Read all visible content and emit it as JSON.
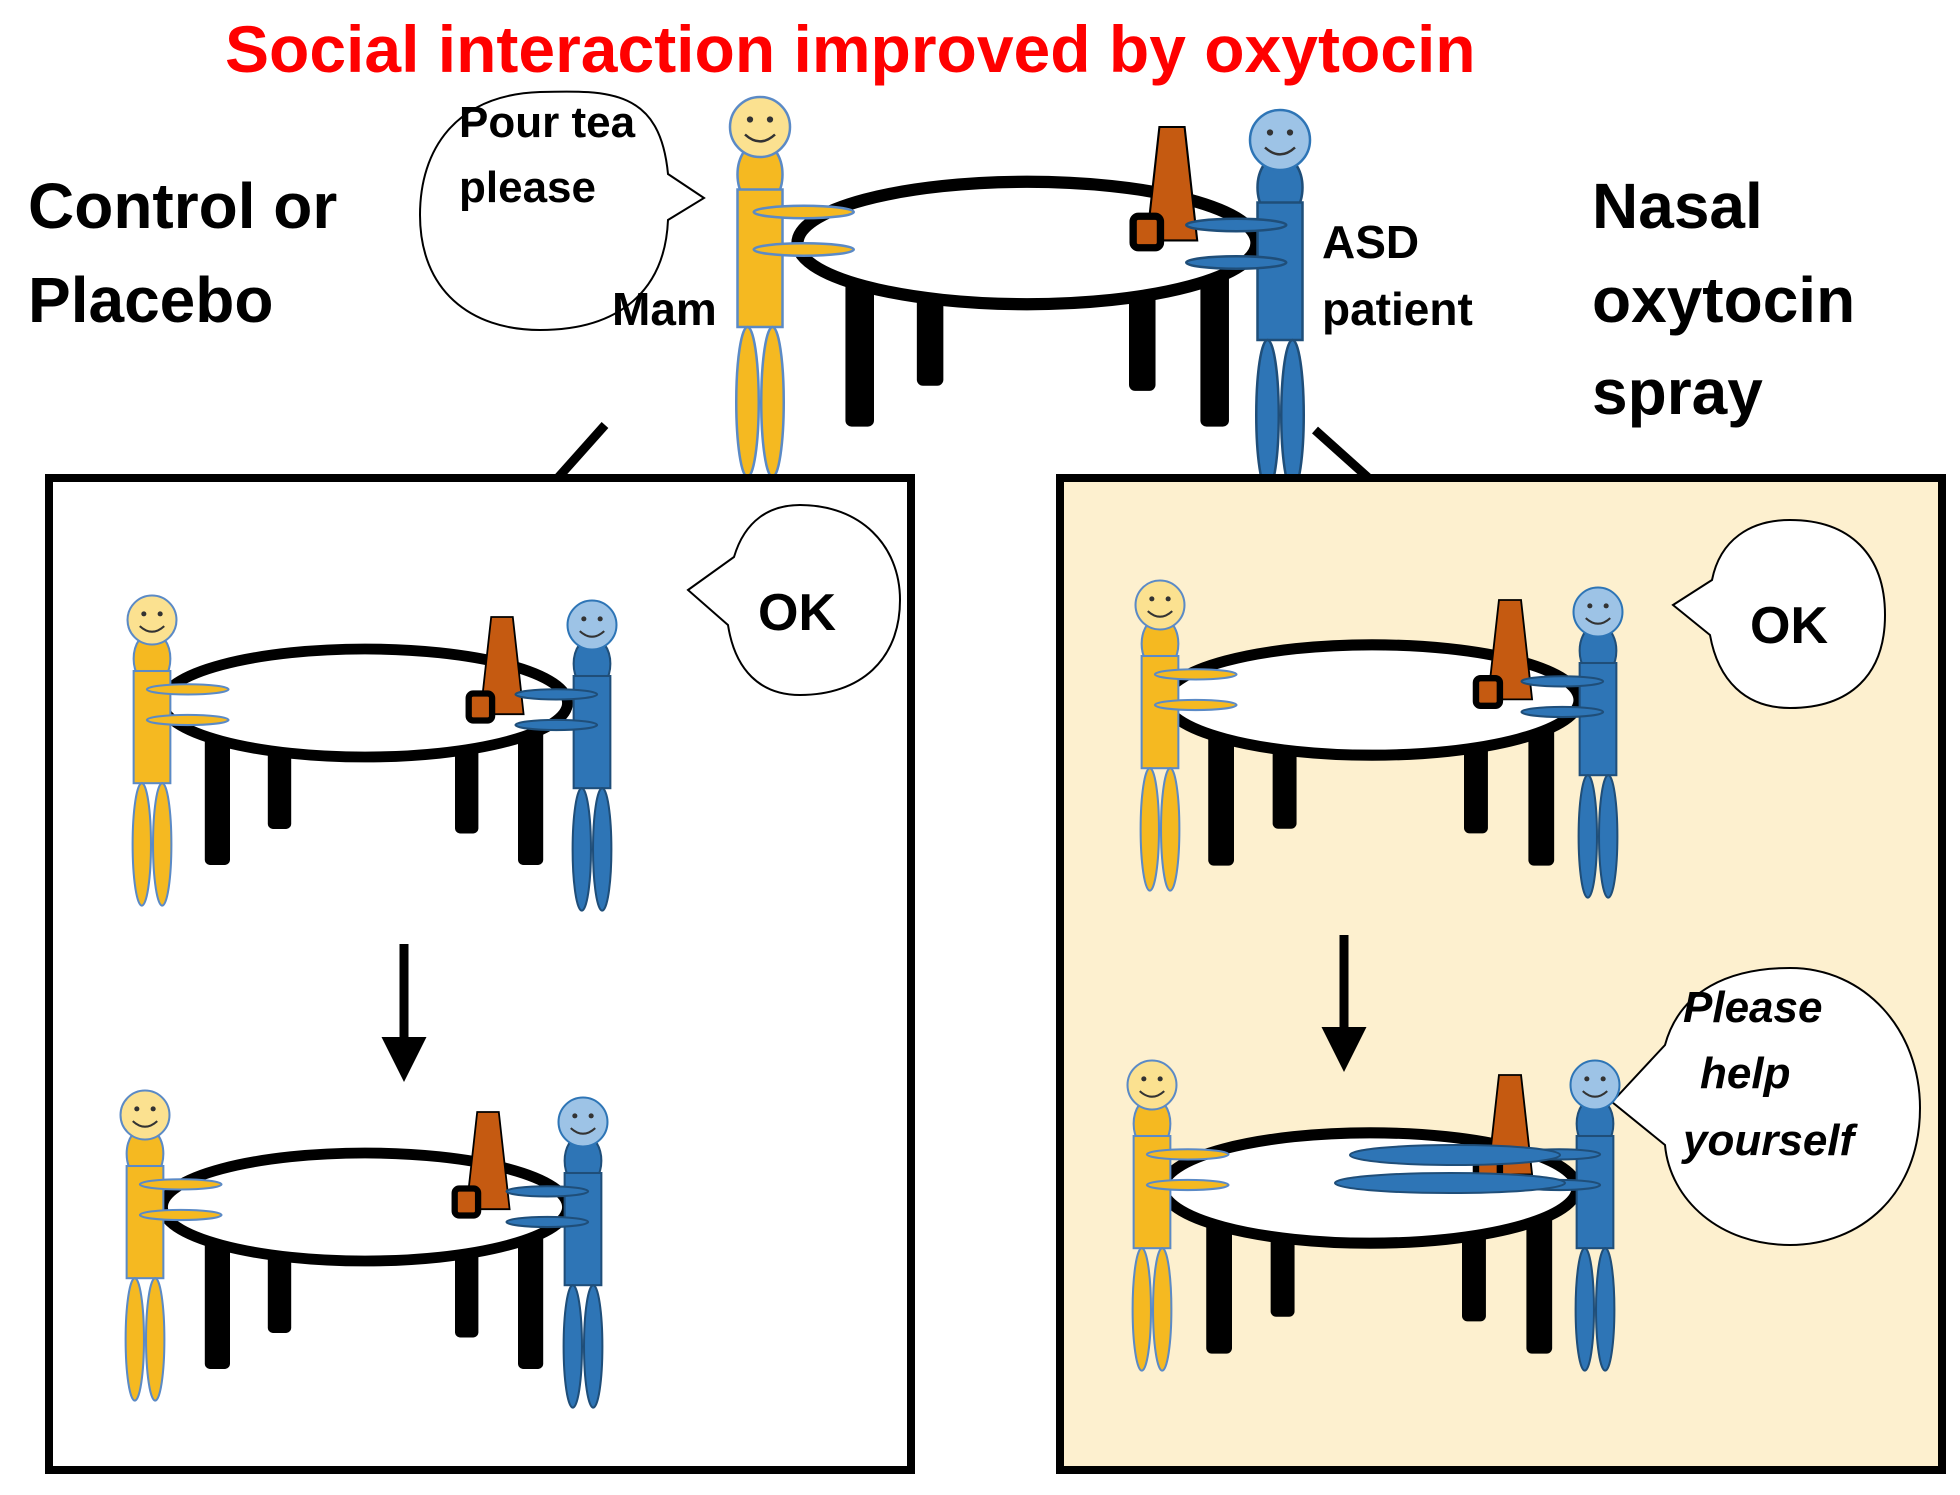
{
  "title": "Social interaction improved by oxytocin",
  "left_heading": {
    "line1": "Control or",
    "line2": "Placebo"
  },
  "right_heading": {
    "line1": "Nasal",
    "line2": "oxytocin",
    "line3": "spray"
  },
  "mother_label": "Mam",
  "patient_label": {
    "line1": "ASD",
    "line2": "patient"
  },
  "request_bubble": {
    "line1": "Pour tea",
    "line2": "please"
  },
  "control_reply": "OK",
  "oxytocin_reply": "OK",
  "oxytocin_offer": {
    "line1": "Please",
    "line2": "help",
    "line3": "yourself"
  },
  "colors": {
    "title": "#ff0000",
    "mother": "#f5b921",
    "mother_outline": "#5b8ac6",
    "patient": "#2e75b6",
    "patient_head": "#9dc3e6",
    "teapot": "#c55a11",
    "panel_highlight": "#fdf0cf"
  }
}
